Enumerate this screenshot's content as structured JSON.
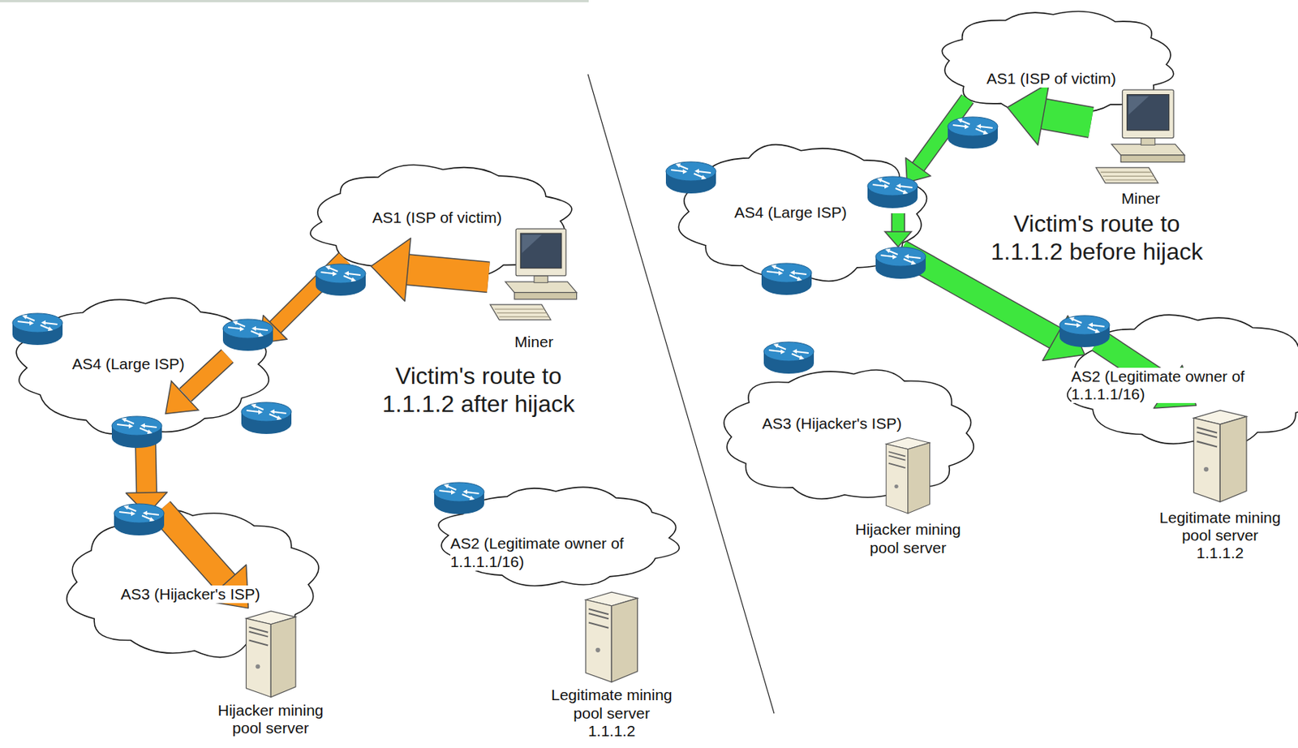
{
  "diagram": {
    "nodes": [
      {
        "text": [
          "AS1 (ISP of victim)"
        ]
      },
      {
        "text": [
          "Miner"
        ],
        "in": 0
      },
      {
        "text": [
          "AS4 (Large ISP)"
        ]
      },
      {
        "text": [
          "AS3 (Hijacker's ISP)"
        ]
      },
      {
        "text": [
          "Hijacker mining pool server"
        ],
        "in": 3
      },
      {
        "text": [
          "AS2 (Legitimate owner of 1.1.1.1/16)"
        ]
      },
      {
        "text": [
          "Legitimate mining pool server 1.1.1.2"
        ]
      },
      {
        "text": [
          "AS1 (ISP of victim)"
        ]
      },
      {
        "text": [
          "Miner"
        ],
        "in": 7
      },
      {
        "text": [
          "AS4 (Large ISP)"
        ]
      },
      {
        "text": [
          "AS3 (Hijacker's ISP)"
        ]
      },
      {
        "text": [
          "Hijacker mining pool server"
        ],
        "in": 10
      },
      {
        "text": [
          "AS2 (Legitimate owner of 1.1.1.1/16)"
        ]
      },
      {
        "text": [
          "Legitimate mining pool server 1.1.1.2"
        ],
        "in": 12
      }
    ],
    "edges": [
      {
        "from": 1,
        "to": 0,
        "arrow": "to"
      },
      {
        "from": 0,
        "to": 2,
        "arrow": "to"
      },
      {
        "from": 2,
        "to": 3,
        "arrow": "to"
      },
      {
        "from": 3,
        "to": 4,
        "arrow": "to"
      },
      {
        "from": 8,
        "to": 7,
        "arrow": "to"
      },
      {
        "from": 7,
        "to": 9,
        "arrow": "to"
      },
      {
        "from": 9,
        "to": 12,
        "arrow": "to"
      },
      {
        "from": 12,
        "to": 13,
        "arrow": "to"
      }
    ],
    "labels": [
      "Victim's route to 1.1.1.2 after hijack",
      "Victim's route to 1.1.1.2 before hijack"
    ]
  }
}
